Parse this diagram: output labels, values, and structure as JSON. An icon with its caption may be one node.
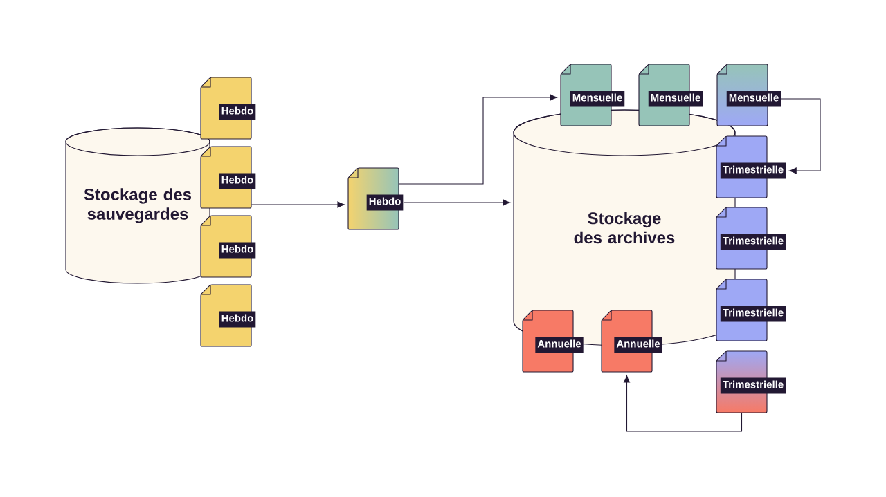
{
  "diagram": {
    "nodes": [
      {
        "text": [
          "Stockage des sauvegardes"
        ]
      },
      {
        "text": [
          "Hebdo"
        ]
      },
      {
        "text": [
          "Hebdo"
        ]
      },
      {
        "text": [
          "Hebdo"
        ]
      },
      {
        "text": [
          "Hebdo"
        ]
      },
      {
        "text": [
          "Hebdo"
        ]
      },
      {
        "text": [
          "Stockage des archives"
        ]
      },
      {
        "text": [
          "Mensuelle"
        ]
      },
      {
        "text": [
          "Mensuelle"
        ]
      },
      {
        "text": [
          "Mensuelle"
        ]
      },
      {
        "text": [
          "Trimestrielle"
        ]
      },
      {
        "text": [
          "Trimestrielle"
        ]
      },
      {
        "text": [
          "Trimestrielle"
        ]
      },
      {
        "text": [
          "Trimestrielle"
        ]
      },
      {
        "text": [
          "Annuelle"
        ]
      },
      {
        "text": [
          "Annuelle"
        ]
      }
    ],
    "edges": [
      {
        "from": 2,
        "to": 5,
        "arrow": "to"
      },
      {
        "from": 5,
        "to": 6,
        "arrow": "to"
      },
      {
        "from": 5,
        "to": 7,
        "arrow": "to"
      },
      {
        "from": 9,
        "to": 10,
        "arrow": "to"
      },
      {
        "from": 13,
        "to": 15,
        "arrow": "to"
      }
    ]
  }
}
